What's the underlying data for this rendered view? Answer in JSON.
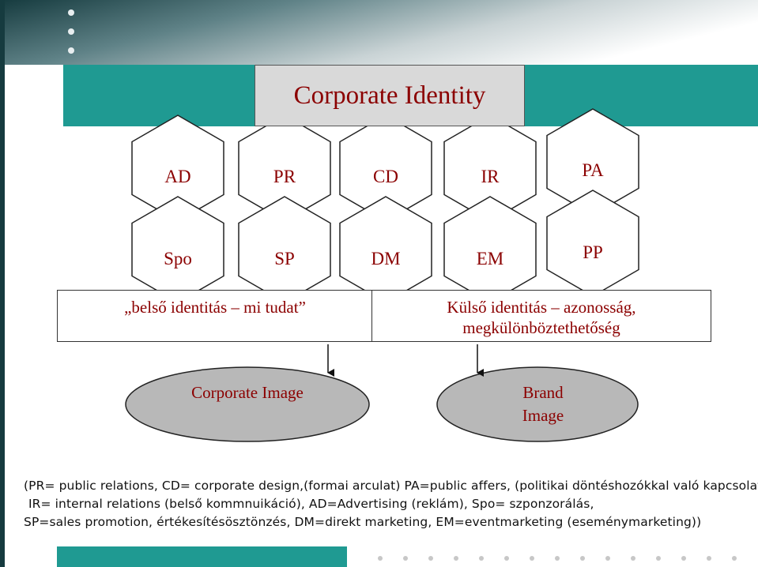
{
  "title": "Corporate Identity",
  "hex_row1": [
    "AD",
    "PR",
    "CD",
    "IR",
    "PA"
  ],
  "hex_row2": [
    "Spo",
    "SP",
    "DM",
    "EM",
    "PP"
  ],
  "band_left": "„belső identitás – mi tudat”",
  "band_right": [
    "Külső identitás – azonosság,",
    "megkülönböztethetőség"
  ],
  "oval_left": "Corporate Image",
  "oval_right": [
    "Brand",
    "Image"
  ],
  "notes": [
    "(PR= public relations, CD= corporate design,(formai arculat) PA=public affers, (politikai döntéshozókkal való kapcsolat)",
    "IR= internal relations (belső kommnuikáció), AD=Advertising (reklám), Spo= szponzorálás,",
    "SP=sales promotion, értékesítésösztönzés, DM=direkt marketing, EM=eventmarketing (eseménymarketing))"
  ],
  "colors": {
    "teal": "#1f9a92",
    "text_red": "#8b0000",
    "oval_gray": "#b8b8b8",
    "title_gray": "#d9d9d9"
  }
}
